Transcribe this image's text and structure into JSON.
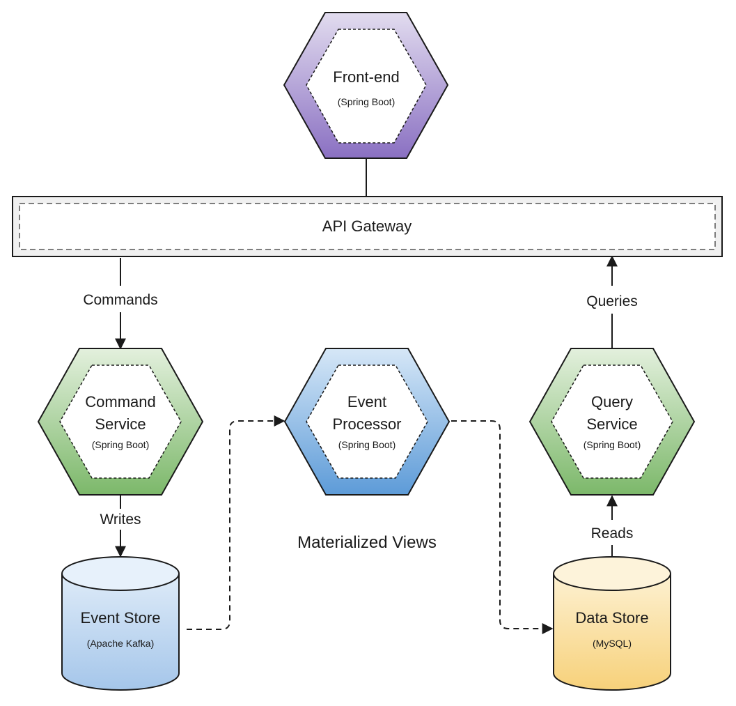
{
  "nodes": {
    "frontend": {
      "title": "Front-end",
      "subtitle": "(Spring Boot)"
    },
    "gateway": {
      "title": "API Gateway"
    },
    "command_service": {
      "title_line1": "Command",
      "title_line2": "Service",
      "subtitle": "(Spring Boot)"
    },
    "event_processor": {
      "title_line1": "Event",
      "title_line2": "Processor",
      "subtitle": "(Spring Boot)"
    },
    "query_service": {
      "title_line1": "Query",
      "title_line2": "Service",
      "subtitle": "(Spring Boot)"
    },
    "event_store": {
      "title": "Event Store",
      "subtitle": "(Apache Kafka)"
    },
    "data_store": {
      "title": "Data Store",
      "subtitle": "(MySQL)"
    }
  },
  "edges": {
    "commands": "Commands",
    "queries": "Queries",
    "writes": "Writes",
    "reads": "Reads"
  },
  "caption": "Materialized Views",
  "colors": {
    "purple_top": "#e2dcef",
    "purple_bottom": "#8a70c2",
    "green_top": "#e3f0dd",
    "green_bottom": "#7cb86a",
    "blue_top": "#d6e7f7",
    "blue_bottom": "#5d9bd8",
    "yellow_top": "#fdf1d2",
    "yellow_bottom": "#f7d17a",
    "store_blue_top": "#deebf8",
    "store_blue_bottom": "#a5c6ea",
    "gateway_fill": "#f0f0f0",
    "stroke": "#1a1a1a"
  }
}
